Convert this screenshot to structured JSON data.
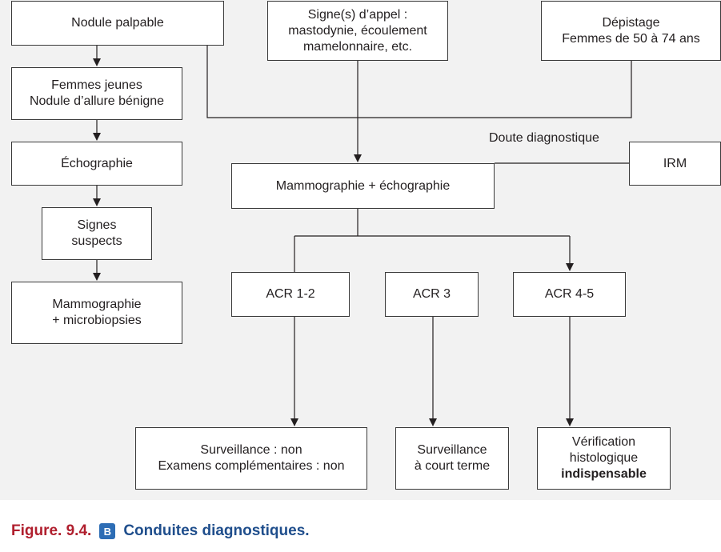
{
  "diagram": {
    "nodes": {
      "nodule_palpable": {
        "lines": [
          "Nodule palpable"
        ]
      },
      "signes_appel": {
        "lines": [
          "Signe(s) d’appel :",
          "mastodynie, écoulement",
          "mamelonnaire, etc."
        ]
      },
      "depistage": {
        "lines": [
          "Dépistage",
          "Femmes de 50 à 74 ans"
        ]
      },
      "femmes_jeunes": {
        "lines": [
          "Femmes jeunes",
          "Nodule d’allure bénigne"
        ]
      },
      "echographie": {
        "lines": [
          "Échographie"
        ]
      },
      "signes_suspects": {
        "lines": [
          "Signes",
          "suspects"
        ]
      },
      "mammo_microbiopsies": {
        "lines": [
          "Mammographie",
          "+ microbiopsies"
        ]
      },
      "mammo_echo": {
        "lines": [
          "Mammographie + échographie"
        ]
      },
      "irm": {
        "lines": [
          "IRM"
        ]
      },
      "acr12": {
        "lines": [
          "ACR 1-2"
        ]
      },
      "acr3": {
        "lines": [
          "ACR 3"
        ]
      },
      "acr45": {
        "lines": [
          "ACR 4-5"
        ]
      },
      "surveillance_non": {
        "lines": [
          "Surveillance : non",
          "Examens complémentaires : non"
        ]
      },
      "surveillance_court": {
        "lines": [
          "Surveillance",
          "à court terme"
        ]
      },
      "verification": {
        "lines": [
          "Vérification",
          "histologique",
          "indispensable"
        ],
        "bold_line": 2
      }
    },
    "labels": {
      "doute": "Doute diagnostique"
    }
  },
  "caption": {
    "figure_number": "Figure. 9.4.",
    "badge": "B",
    "title": "Conduites diagnostiques."
  },
  "colors": {
    "line": "#231f20",
    "box_border": "#3a3a3a",
    "background": "#f2f2f2",
    "caption_red": "#b01f2e",
    "caption_blue": "#1f4e8c",
    "badge_blue": "#2d6db5"
  }
}
